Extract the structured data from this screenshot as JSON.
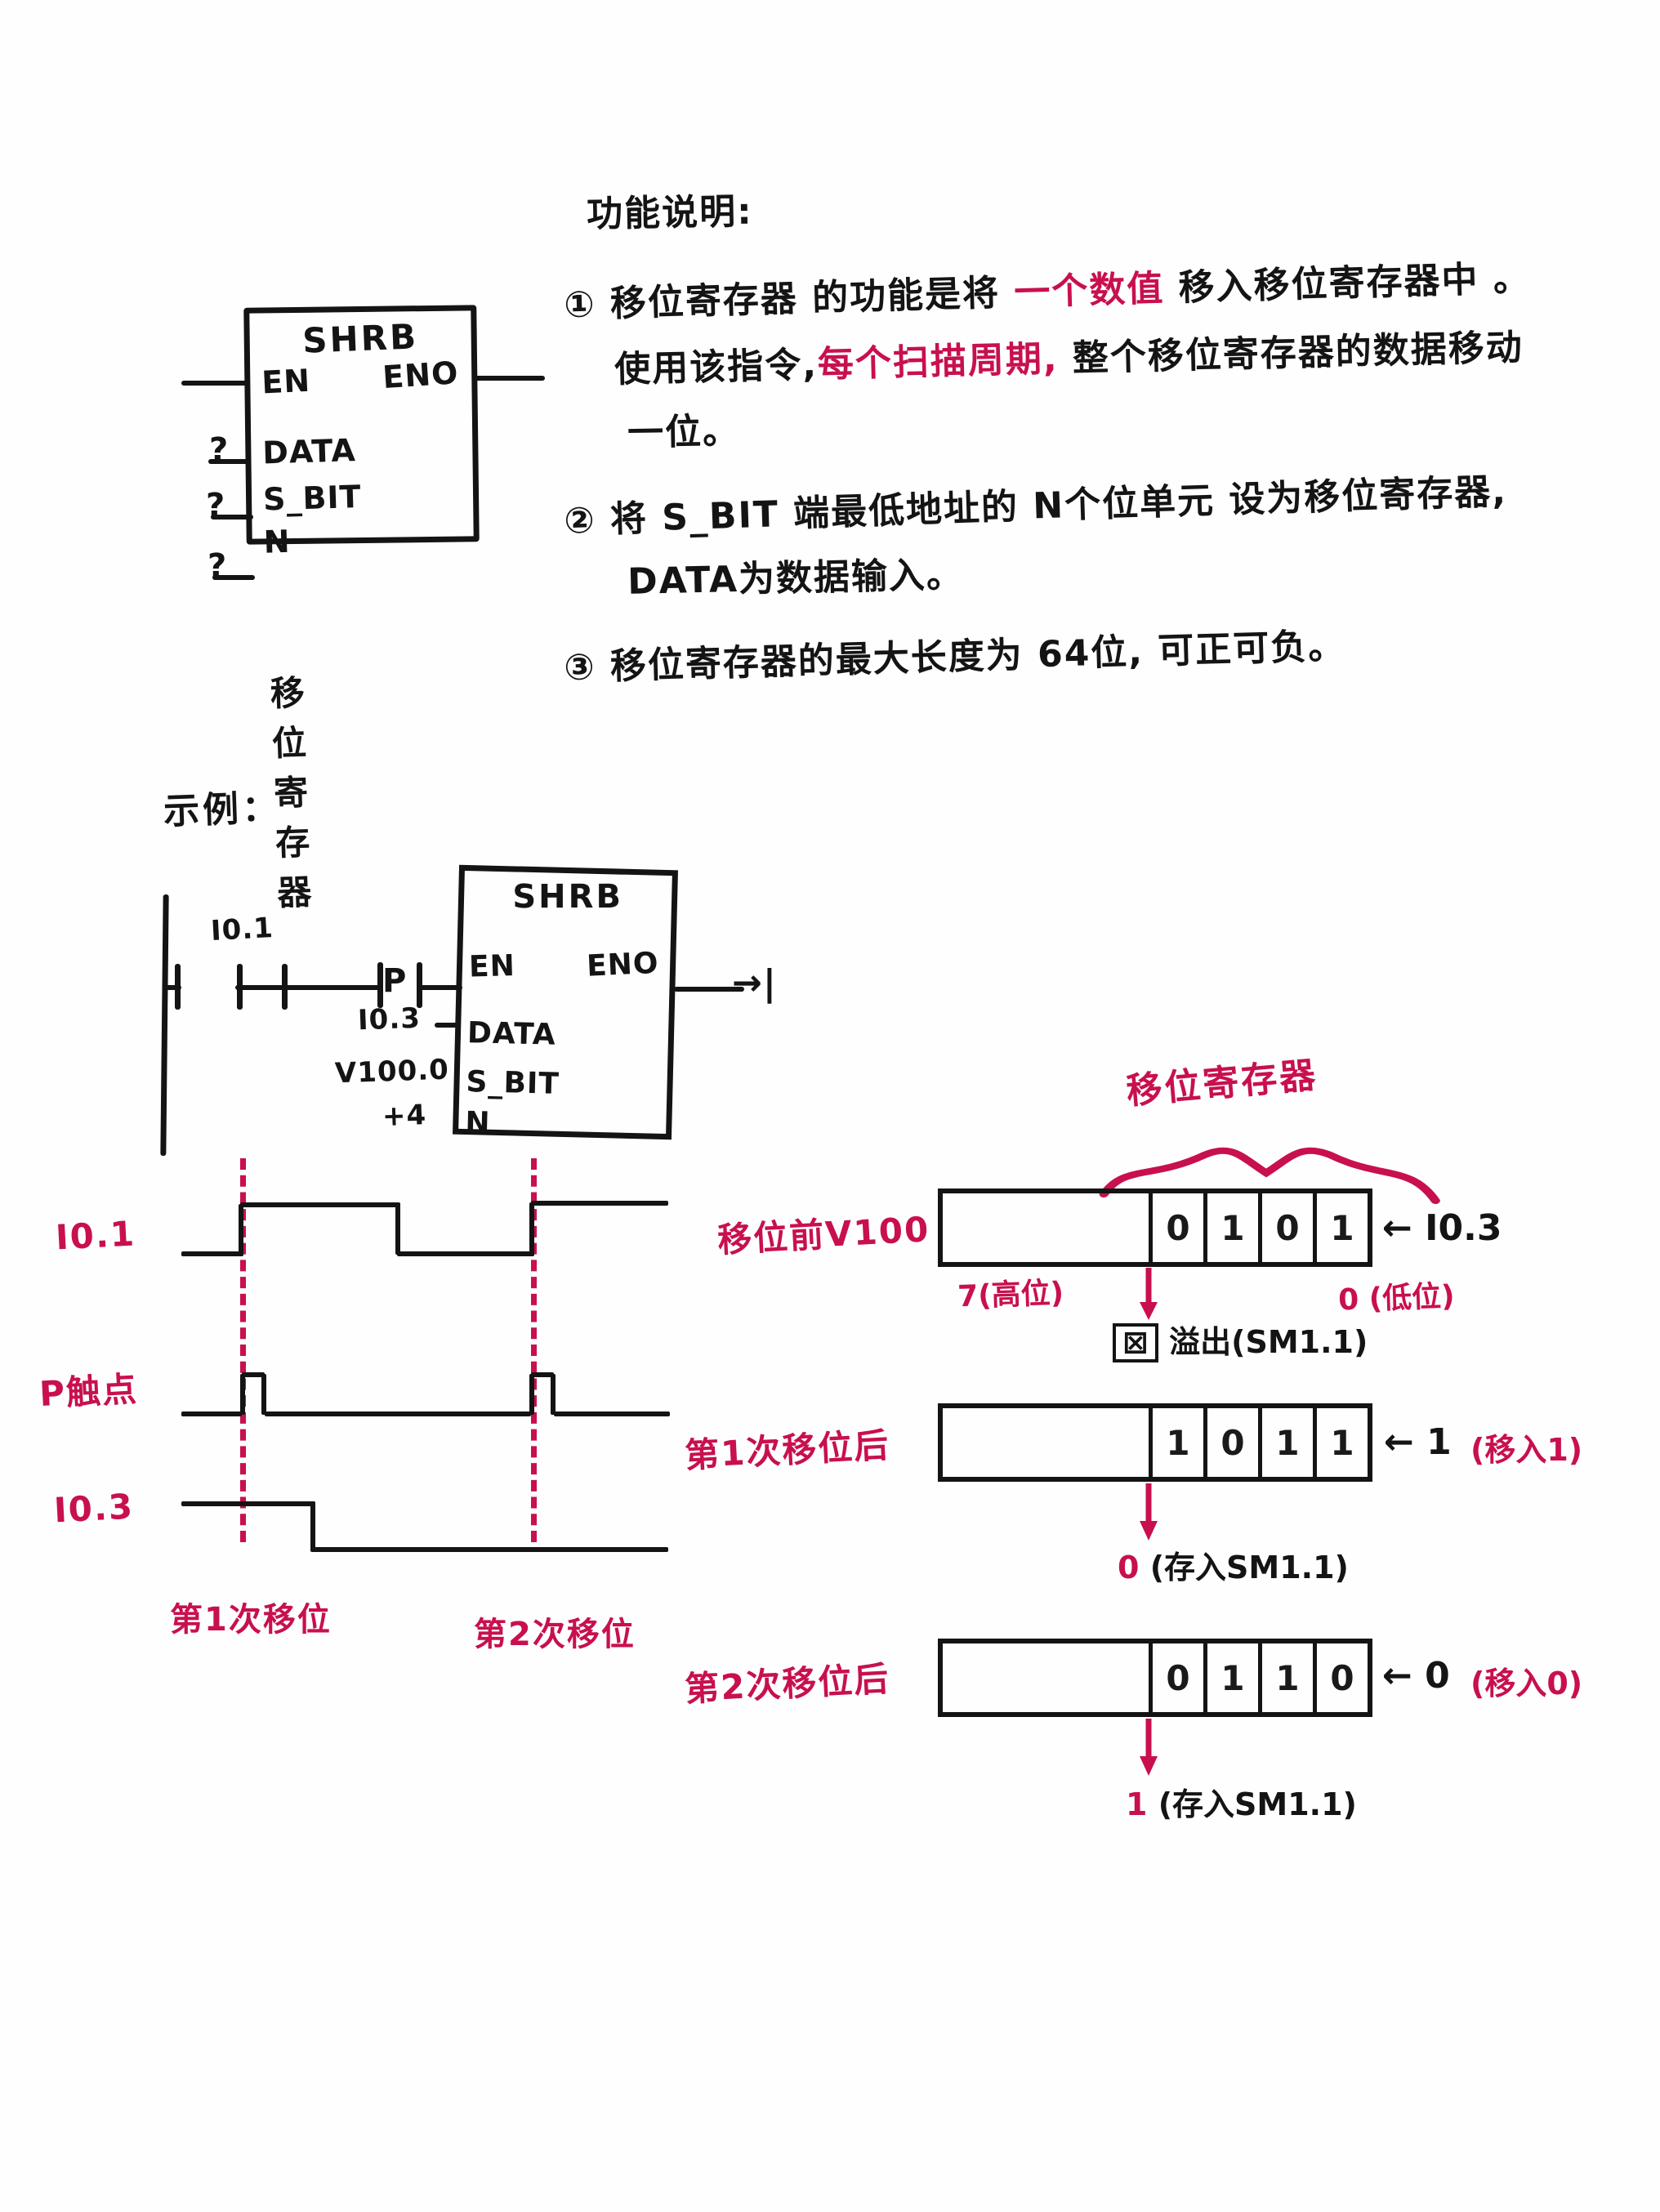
{
  "document": {
    "kind": "handwritten-notes",
    "topic": "SHRB 移位寄存器指令"
  },
  "colors": {
    "ink": "#141414",
    "highlight_red": "#c8104e",
    "paper": "#fefefe"
  },
  "symbol_block": {
    "title": "SHRB",
    "pin_en": "EN",
    "pin_eno": "ENO",
    "pin_data": "DATA",
    "pin_sbit": "S_BIT",
    "pin_n": "N",
    "unknown_marks": [
      "?",
      "?",
      "?"
    ],
    "caption": "移位寄存器"
  },
  "notes": {
    "heading": "功能说明:",
    "items": [
      {
        "marker": "①",
        "line1_a": "移位寄存器 的功能是将 ",
        "line1_red": "一个数值",
        "line1_b": " 移入移位寄存器中 。",
        "line2_a": "使用该指令,",
        "line2_red": "每个扫描周期,",
        "line2_b": " 整个移位寄存器的数据移动",
        "line3": "一位。"
      },
      {
        "marker": "②",
        "line1": "将 S_BIT 端最低地址的 N个位单元 设为移位寄存器,",
        "line2": "DATA为数据输入。"
      },
      {
        "marker": "③",
        "line1": "移位寄存器的最大长度为 64位, 可正可负。"
      }
    ]
  },
  "example": {
    "label": "示例：",
    "ladder": {
      "contact1_label": "I0.1",
      "contact2_label": "P",
      "block_title": "SHRB",
      "pin_en": "EN",
      "pin_eno": "ENO",
      "pin_data": "DATA",
      "pin_sbit": "S_BIT",
      "pin_n": "N",
      "input_data": "I0.3",
      "input_sbit": "V100.0",
      "input_n": "+4"
    },
    "timing": {
      "traces": [
        {
          "name": "I0.1"
        },
        {
          "name": "P触点"
        },
        {
          "name": "I0.3"
        }
      ],
      "markers": [
        {
          "label": "第1次移位"
        },
        {
          "label": "第2次移位"
        }
      ]
    },
    "registers": {
      "brace_label": "移位寄存器",
      "rows": [
        {
          "name": "移位前V100",
          "blank_cells": 4,
          "bits": [
            "0",
            "1",
            "0",
            "1"
          ],
          "input_arrow": "← I0.3",
          "input_note": "",
          "high_bit_label": "7(高位)",
          "low_bit_label": "0 (低位)",
          "out_mark": "⊠",
          "out_note": "溢出(SM1.1)"
        },
        {
          "name": "第1次移位后",
          "blank_cells": 4,
          "bits": [
            "1",
            "0",
            "1",
            "1"
          ],
          "input_arrow": "← 1",
          "input_note": "(移入1)",
          "high_bit_label": "",
          "low_bit_label": "",
          "out_mark": "0",
          "out_note": "(存入SM1.1)"
        },
        {
          "name": "第2次移位后",
          "blank_cells": 4,
          "bits": [
            "0",
            "1",
            "1",
            "0"
          ],
          "input_arrow": "← 0",
          "input_note": "(移入0)",
          "high_bit_label": "",
          "low_bit_label": "",
          "out_mark": "1",
          "out_note": "(存入SM1.1)"
        }
      ]
    }
  }
}
